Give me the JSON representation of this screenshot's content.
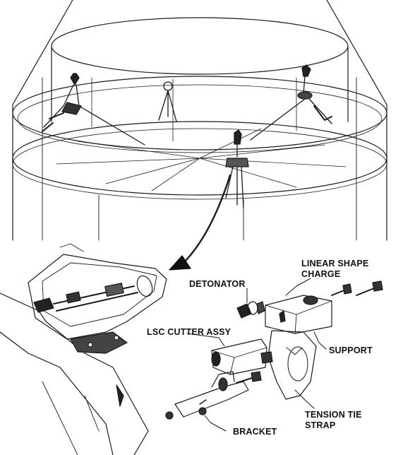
{
  "labels": {
    "detonator": "DETONATOR",
    "linear_shape_charge_line1": "LINEAR SHAPE",
    "linear_shape_charge_line2": "CHARGE",
    "lsc_cutter_assy": "LSC CUTTER ASSY",
    "support": "SUPPORT",
    "tension_tie_strap_line1": "TENSION TIE",
    "tension_tie_strap_line2": "STRAP",
    "bracket": "BRACKET"
  },
  "colors": {
    "ink": "#111111",
    "background": "#ffffff"
  }
}
